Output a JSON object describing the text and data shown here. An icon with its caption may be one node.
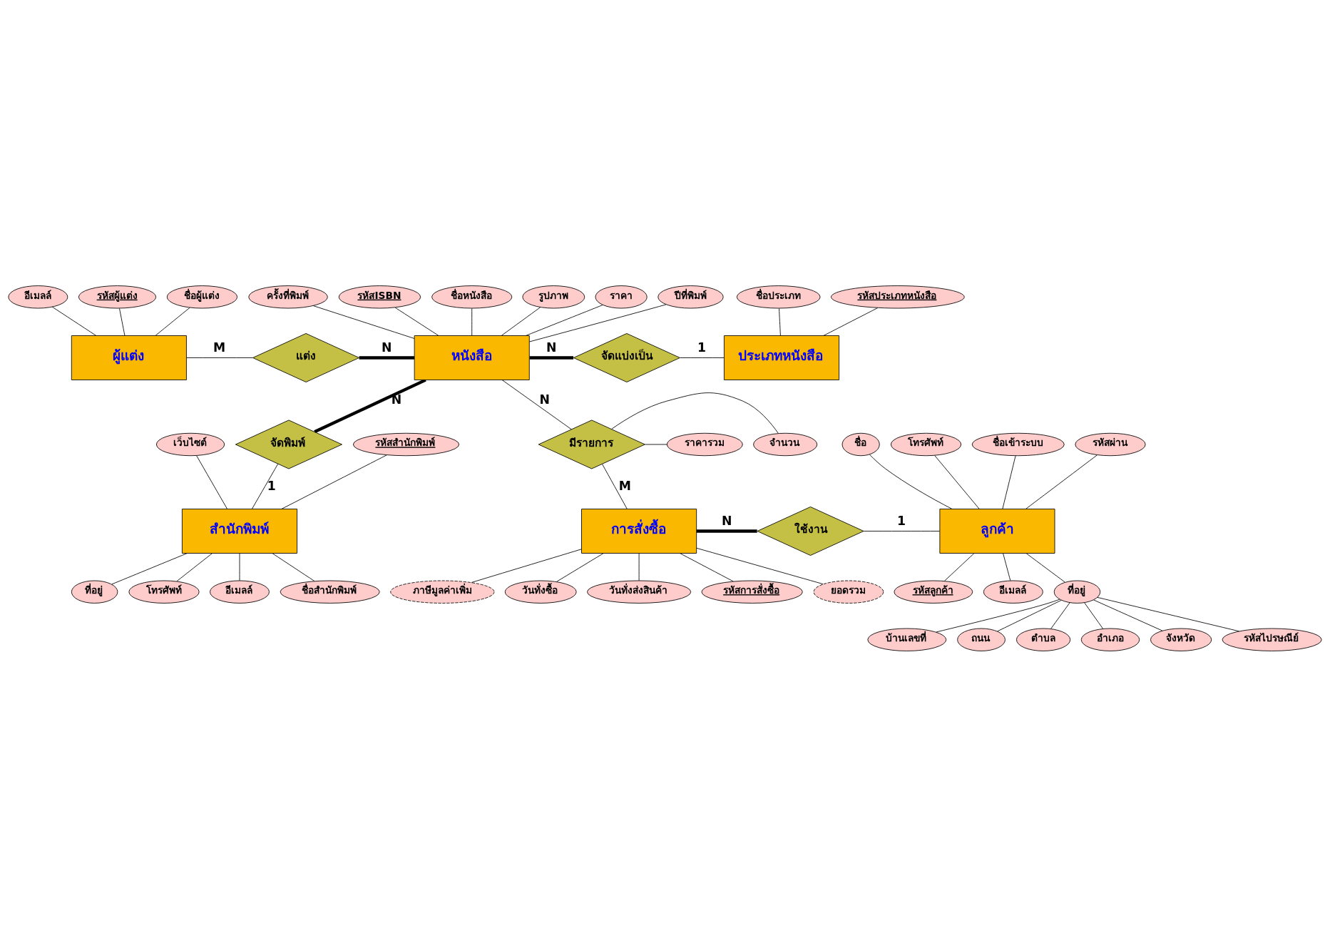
{
  "diagram": {
    "nodes": [
      {
        "text": [
          "ผู้แต่ง"
        ]
      },
      {
        "text": [
          "แต่ง"
        ]
      },
      {
        "text": [
          "หนังสือ"
        ]
      },
      {
        "text": [
          "จัดแบ่งเป็น"
        ]
      },
      {
        "text": [
          "ประเภทหนังสือ"
        ]
      },
      {
        "text": [
          "รหัสผู้แต่ง"
        ]
      },
      {
        "text": [
          "ชื่อผู้แต่ง"
        ]
      },
      {
        "text": [
          "อีเมลล์"
        ]
      },
      {
        "text": [
          "รหัสISBN"
        ]
      },
      {
        "text": [
          "ชื่อหนังสือ"
        ]
      },
      {
        "text": [
          "รูปภาพ"
        ]
      },
      {
        "text": [
          "ราคา"
        ]
      },
      {
        "text": [
          "ปีที่พิมพ์"
        ]
      },
      {
        "text": [
          "ครั้งที่พิมพ์"
        ]
      },
      {
        "text": [
          "รหัสประเภทหนังสือ"
        ]
      },
      {
        "text": [
          "ชื่อประเภท"
        ]
      },
      {
        "text": [
          "จัดพิมพ์"
        ]
      },
      {
        "text": [
          "มีรายการ"
        ]
      },
      {
        "text": [
          "จำนวน"
        ]
      },
      {
        "text": [
          "ราคารวม"
        ]
      },
      {
        "text": [
          "สำนักพิมพ์"
        ]
      },
      {
        "text": [
          "รหัสสำนักพิมพ์"
        ]
      },
      {
        "text": [
          "เว็บไซต์"
        ]
      },
      {
        "text": [
          "ที่อยู่"
        ]
      },
      {
        "text": [
          "โทรศัพท์"
        ]
      },
      {
        "text": [
          "อีเมลล์"
        ]
      },
      {
        "text": [
          "ชื่อสำนักพิมพ์"
        ]
      },
      {
        "text": [
          "การสั่งซื้อ"
        ]
      },
      {
        "text": [
          "ใช้งาน"
        ]
      },
      {
        "text": [
          "ลูกค้า"
        ]
      },
      {
        "text": [
          "วันทั่งซื้อ"
        ]
      },
      {
        "text": [
          "วันทั่งส่งสินค้า"
        ]
      },
      {
        "text": [
          "รหัสการสั่งซื้อ"
        ]
      },
      {
        "text": [
          "ยอดรวม"
        ]
      },
      {
        "text": [
          "ภาษีมูลค่าเพิ่ม"
        ]
      },
      {
        "text": [
          "ชื่อ"
        ]
      },
      {
        "text": [
          "โทรศัพท์"
        ]
      },
      {
        "text": [
          "ชื่อเข้าระบบ"
        ]
      },
      {
        "text": [
          "รหัสผ่าน"
        ]
      },
      {
        "text": [
          "รหัสลูกค้า"
        ]
      },
      {
        "text": [
          "อีเมลล์"
        ]
      },
      {
        "text": [
          "ที่อยู่"
        ]
      },
      {
        "text": [
          "บ้านเลขที่"
        ]
      },
      {
        "text": [
          "ถนน"
        ]
      },
      {
        "text": [
          "ตำบล"
        ]
      },
      {
        "text": [
          "อำเภอ"
        ]
      },
      {
        "text": [
          "จังหวัด"
        ]
      },
      {
        "text": [
          "รหัสไปรษณีย์"
        ]
      }
    ],
    "edges": [
      {
        "from": 0,
        "to": 1,
        "arrow": "none",
        "label": "M"
      },
      {
        "from": 1,
        "to": 2,
        "arrow": "none",
        "label": "N",
        "style": "thick"
      },
      {
        "from": 2,
        "to": 3,
        "arrow": "none",
        "label": "N",
        "style": "thick"
      },
      {
        "from": 3,
        "to": 4,
        "arrow": "none",
        "label": "1"
      },
      {
        "from": 0,
        "to": 5,
        "arrow": "none"
      },
      {
        "from": 0,
        "to": 6,
        "arrow": "none"
      },
      {
        "from": 0,
        "to": 7,
        "arrow": "none"
      },
      {
        "from": 2,
        "to": 8,
        "arrow": "none"
      },
      {
        "from": 2,
        "to": 9,
        "arrow": "none"
      },
      {
        "from": 2,
        "to": 10,
        "arrow": "none"
      },
      {
        "from": 2,
        "to": 11,
        "arrow": "none"
      },
      {
        "from": 2,
        "to": 12,
        "arrow": "none"
      },
      {
        "from": 2,
        "to": 13,
        "arrow": "none"
      },
      {
        "from": 4,
        "to": 14,
        "arrow": "none"
      },
      {
        "from": 4,
        "to": 15,
        "arrow": "none"
      },
      {
        "from": 2,
        "to": 16,
        "arrow": "none",
        "label": "N",
        "style": "thick"
      },
      {
        "from": 16,
        "to": 20,
        "arrow": "none",
        "label": "1"
      },
      {
        "from": 2,
        "to": 17,
        "arrow": "none",
        "label": "N"
      },
      {
        "from": 17,
        "to": 27,
        "arrow": "none",
        "label": "M"
      },
      {
        "from": 17,
        "to": 18,
        "arrow": "none"
      },
      {
        "from": 17,
        "to": 19,
        "arrow": "none"
      },
      {
        "from": 20,
        "to": 21,
        "arrow": "none"
      },
      {
        "from": 20,
        "to": 22,
        "arrow": "none"
      },
      {
        "from": 20,
        "to": 23,
        "arrow": "none"
      },
      {
        "from": 20,
        "to": 24,
        "arrow": "none"
      },
      {
        "from": 20,
        "to": 25,
        "arrow": "none"
      },
      {
        "from": 20,
        "to": 26,
        "arrow": "none"
      },
      {
        "from": 27,
        "to": 28,
        "arrow": "none",
        "label": "N",
        "style": "thick"
      },
      {
        "from": 28,
        "to": 29,
        "arrow": "none",
        "label": "1"
      },
      {
        "from": 27,
        "to": 30,
        "arrow": "none"
      },
      {
        "from": 27,
        "to": 31,
        "arrow": "none"
      },
      {
        "from": 27,
        "to": 32,
        "arrow": "none"
      },
      {
        "from": 27,
        "to": 33,
        "arrow": "none"
      },
      {
        "from": 27,
        "to": 34,
        "arrow": "none"
      },
      {
        "from": 29,
        "to": 35,
        "arrow": "none"
      },
      {
        "from": 29,
        "to": 36,
        "arrow": "none"
      },
      {
        "from": 29,
        "to": 37,
        "arrow": "none"
      },
      {
        "from": 29,
        "to": 38,
        "arrow": "none"
      },
      {
        "from": 29,
        "to": 39,
        "arrow": "none"
      },
      {
        "from": 29,
        "to": 40,
        "arrow": "none"
      },
      {
        "from": 29,
        "to": 41,
        "arrow": "none"
      },
      {
        "from": 41,
        "to": 42,
        "arrow": "none"
      },
      {
        "from": 41,
        "to": 43,
        "arrow": "none"
      },
      {
        "from": 41,
        "to": 44,
        "arrow": "none"
      },
      {
        "from": 41,
        "to": 45,
        "arrow": "none"
      },
      {
        "from": 41,
        "to": 46,
        "arrow": "none"
      },
      {
        "from": 41,
        "to": 47,
        "arrow": "none"
      }
    ]
  }
}
